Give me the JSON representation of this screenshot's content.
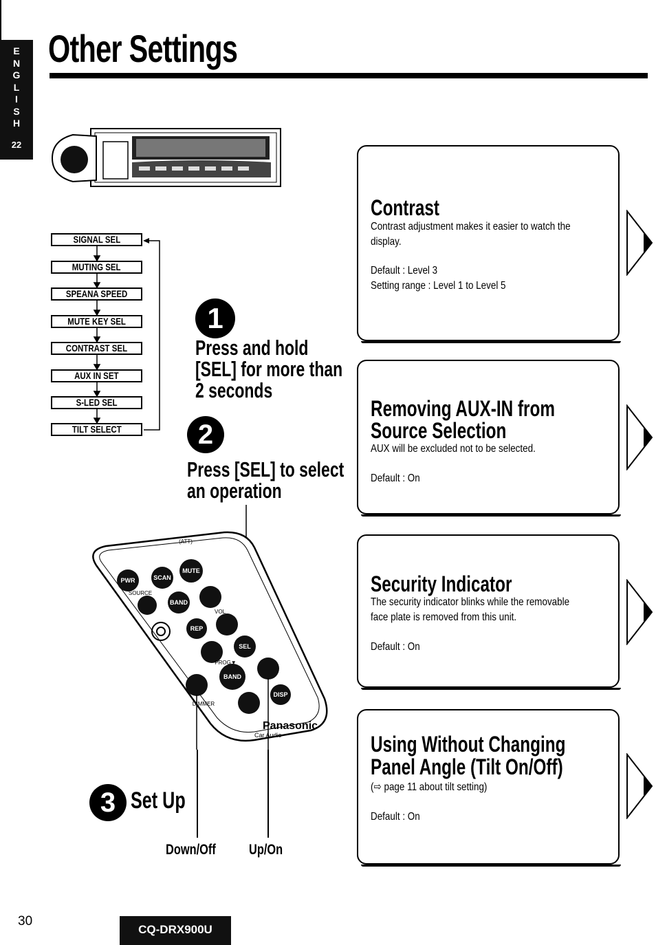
{
  "side_tab": {
    "letters": [
      "E",
      "N",
      "G",
      "L",
      "I",
      "S",
      "H"
    ],
    "page": "22"
  },
  "title": "Other Settings",
  "menu": [
    "SIGNAL SEL",
    "MUTING SEL",
    "SPEANA SPEED",
    "MUTE KEY SEL",
    "CONTRAST SEL",
    "AUX IN SET",
    "S-LED SEL",
    "TILT SELECT"
  ],
  "steps": {
    "one": {
      "number": "1",
      "text_line1": "Press and hold",
      "text_line2": "[SEL] for more than",
      "text_line3": "2 seconds"
    },
    "two": {
      "number": "2",
      "text_line1": "Press [SEL] to select",
      "text_line2": "an operation"
    },
    "three": {
      "number": "3",
      "text": "Set Up"
    }
  },
  "remote_buttons": {
    "pwr": "PWR",
    "source": "SOURCE",
    "scan": "SCAN",
    "mute": "MUTE",
    "att": "(ATT)",
    "band": "BAND",
    "vol": "VOL",
    "rep": "REP",
    "sel": "SEL",
    "prog": "PROG▼",
    "band2": "BAND",
    "disp": "DISP",
    "dimmer": "DIMMER",
    "brand": "Panasonic",
    "sub": "Car Audio"
  },
  "labels": {
    "down": "Down/Off",
    "up": "Up/On"
  },
  "cards": [
    {
      "title_line1": "Contrast",
      "text_line1": "Contrast adjustment makes it easier to watch the",
      "text_line2": "display.",
      "text_line3": "Default : Level 3",
      "text_line4": "Setting range : Level 1 to Level 5"
    },
    {
      "title_line1": "Removing AUX-IN from",
      "title_line2": "Source Selection",
      "text_line1": "AUX will be excluded not to be selected.",
      "text_line2": "Default : On"
    },
    {
      "title_line1": "Security Indicator",
      "text_line1": "The security indicator blinks while the removable",
      "text_line2": "face plate is removed from this unit.",
      "text_line3": "Default : On"
    },
    {
      "title_line1": "Using Without Changing",
      "title_line2": "Panel Angle (Tilt On/Off)",
      "text_line1": "(⇨ page 11 about tilt setting)",
      "text_line2": "Default : On"
    }
  ],
  "footer": {
    "page_number": "30",
    "model": "CQ-DRX900U"
  }
}
